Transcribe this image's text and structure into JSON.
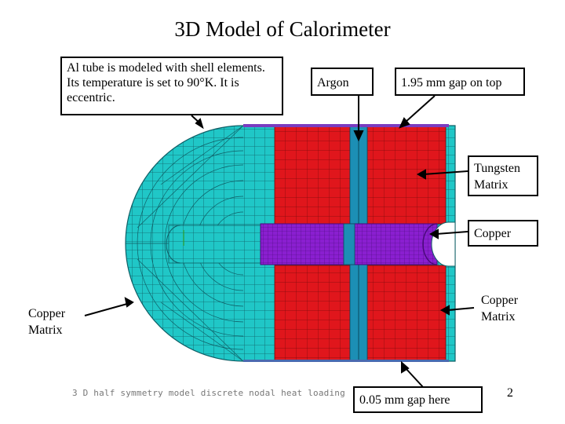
{
  "title": "3D Model of Calorimeter",
  "callouts": {
    "al_tube": "Al tube is modeled with shell elements. Its temperature is set to 90°K. It is eccentric.",
    "argon": "Argon",
    "gap_top": "1.95 mm gap on top",
    "tungsten": "Tungsten Matrix",
    "copper": "Copper",
    "copper_matrix_right": "Copper Matrix",
    "copper_matrix_left": "Copper Matrix",
    "gap_bottom": "0.05 mm gap here"
  },
  "footer_caption": "3 D half symmetry model discrete nodal heat loading",
  "page_number": "2",
  "colors": {
    "copper_matrix_mesh": "#20c7c7",
    "tungsten_matrix_mesh": "#e0161c",
    "copper_tube": "#8a1fd0",
    "argon_gap": "#1c8fb5",
    "outline": "#7a3cc0"
  }
}
